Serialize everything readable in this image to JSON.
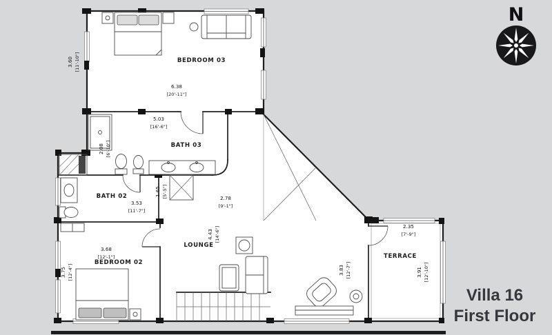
{
  "title": {
    "line1": "Villa 16",
    "line2": "First Floor"
  },
  "compass": {
    "north_label": "N"
  },
  "rooms": {
    "bedroom03": "BEDROOM 03",
    "bath03": "BATH 03",
    "bath02": "BATH 02",
    "bedroom02": "BEDROOM 02",
    "lounge": "LOUNGE",
    "terrace": "TERRACE"
  },
  "dims": {
    "bedroom03_width": {
      "m": "3.60",
      "ft": "[11'-10\"]"
    },
    "bedroom03_length": {
      "m": "6.38",
      "ft": "[20'-11\"]"
    },
    "bath03_length": {
      "m": "5.03",
      "ft": "[16'-6\"]"
    },
    "bath03_width": {
      "m": "2.08",
      "ft": "[6'-10\"]"
    },
    "bath02_length": {
      "m": "3.53",
      "ft": "[11'-7\"]"
    },
    "shower_width": {
      "m": "1.65",
      "ft": "[5'-5\"]"
    },
    "hall_width": {
      "m": "2.78",
      "ft": "[9'-1\"]"
    },
    "lounge_length": {
      "m": "4.43",
      "ft": "[14'-6\"]"
    },
    "bedroom02_length": {
      "m": "3.68",
      "ft": "[12'-1\"]"
    },
    "bedroom02_width": {
      "m": "3.75",
      "ft": "[12'-4\"]"
    },
    "terrace_width": {
      "m": "2.35",
      "ft": "[7'-9\"]"
    },
    "terrace_length": {
      "m": "3.91",
      "ft": "[12'-10\"]"
    },
    "lounge_side": {
      "m": "3.83",
      "ft": "[12'-7\"]"
    }
  }
}
